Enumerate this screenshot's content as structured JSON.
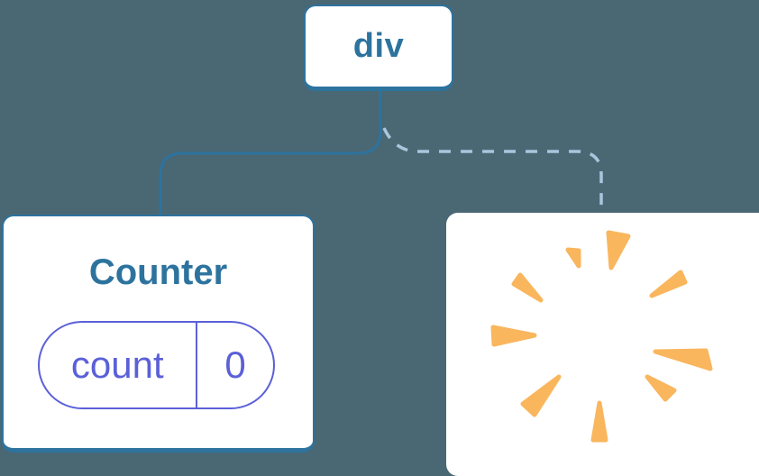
{
  "diagram": {
    "title": "component tree with removed subtree",
    "colors": {
      "background": "#4A6774",
      "node_border_blue": "#2D739E",
      "text_blue": "#2D739E",
      "solid_connector": "#2D739E",
      "dashed_connector": "#A8C6DC",
      "state_purple": "#5B60D8",
      "poof_orange": "#F9B65D",
      "card_fill": "#ffffff"
    },
    "root_node": {
      "label": "div"
    },
    "counter_node": {
      "title": "Counter",
      "state": {
        "key": "count",
        "value": "0"
      }
    },
    "removed_node": {
      "icon": "poof-starburst"
    },
    "connectors": [
      {
        "from": "div",
        "to": "Counter",
        "style": "solid"
      },
      {
        "from": "div",
        "to": "removed",
        "style": "dashed"
      }
    ]
  }
}
